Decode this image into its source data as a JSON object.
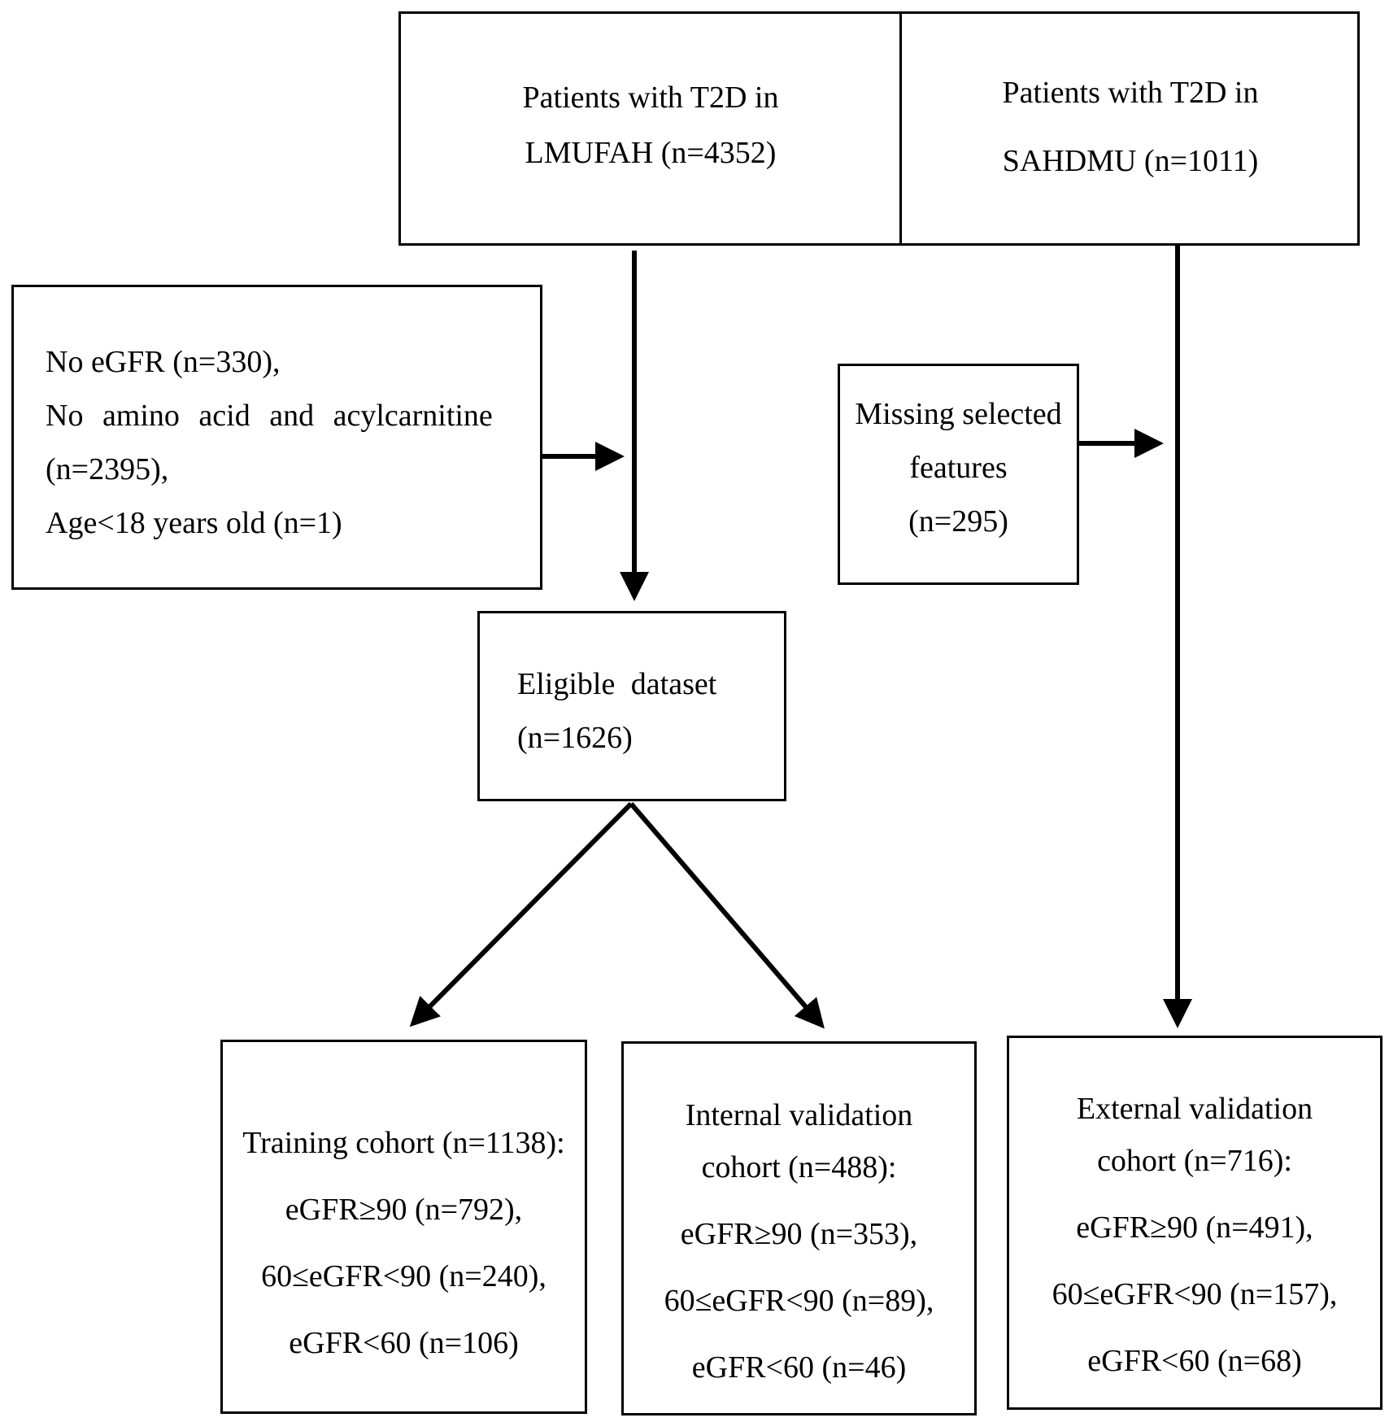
{
  "boxes": {
    "lmufah": {
      "line1": "Patients with T2D in",
      "line2": "LMUFAH (n=4352)"
    },
    "sahdmu": {
      "line1": "Patients with T2D in",
      "line2": "SAHDMU (n=1011)"
    },
    "exclusion_left": {
      "line1": "No eGFR (n=330),",
      "line2": "No amino acid and acylcarnitine",
      "line3": "(n=2395),",
      "line4": "Age<18 years old (n=1)"
    },
    "exclusion_right": {
      "line1": "Missing selected",
      "line2": "features",
      "line3": "(n=295)"
    },
    "eligible": {
      "line1": "Eligible dataset",
      "line2": "(n=1626)"
    },
    "training": {
      "line1": "Training cohort (n=1138):",
      "line2": "eGFR≥90 (n=792),",
      "line3": "60≤eGFR<90 (n=240),",
      "line4": "eGFR<60 (n=106)"
    },
    "internal": {
      "line1": "Internal validation",
      "line2": "cohort (n=488):",
      "line3": "eGFR≥90 (n=353),",
      "line4": "60≤eGFR<90 (n=89),",
      "line5": "eGFR<60 (n=46)"
    },
    "external": {
      "line1": "External validation",
      "line2": "cohort (n=716):",
      "line3": "eGFR≥90 (n=491),",
      "line4": "60≤eGFR<90 (n=157),",
      "line5": "eGFR<60 (n=68)"
    }
  }
}
